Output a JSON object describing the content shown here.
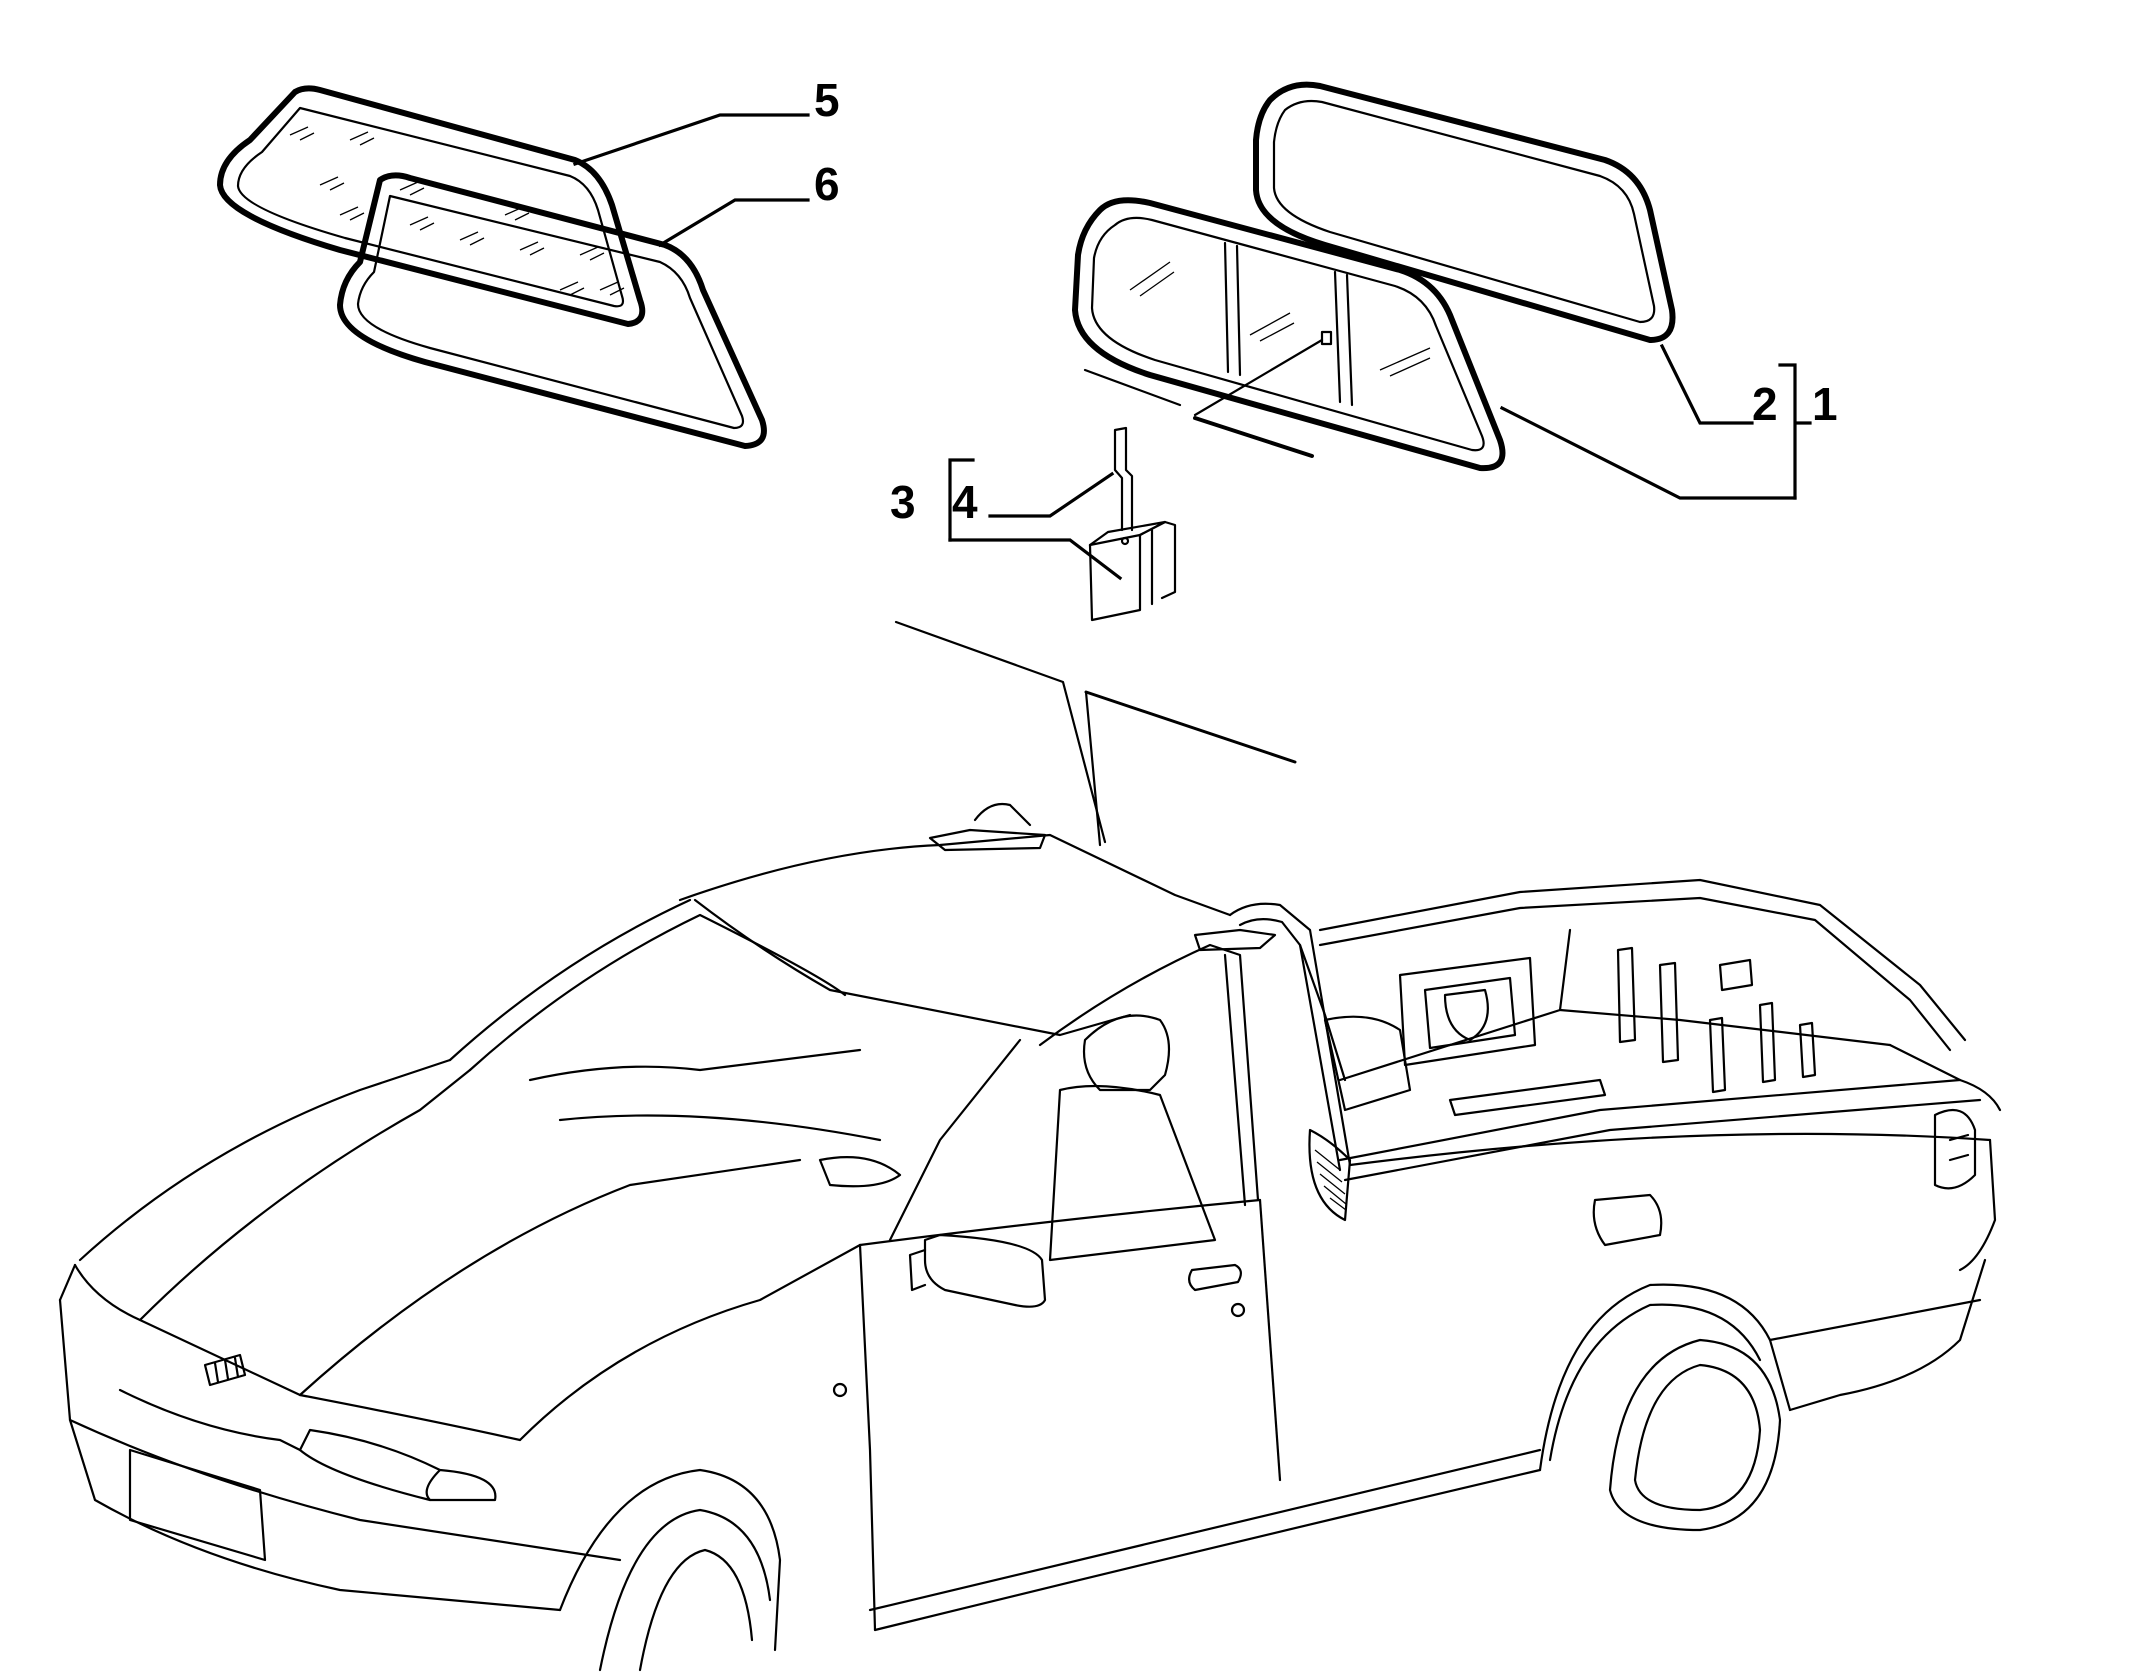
{
  "callouts": {
    "c1": "1",
    "c2": "2",
    "c3": "3",
    "c4": "4",
    "c5": "5",
    "c6": "6"
  },
  "parts": [
    "rear-window-frame",
    "sliding-rear-window",
    "latch-bracket",
    "latch-pin",
    "side-glass-outer",
    "side-glass-inner"
  ],
  "colors": {
    "line": "#000000",
    "background": "#ffffff"
  }
}
